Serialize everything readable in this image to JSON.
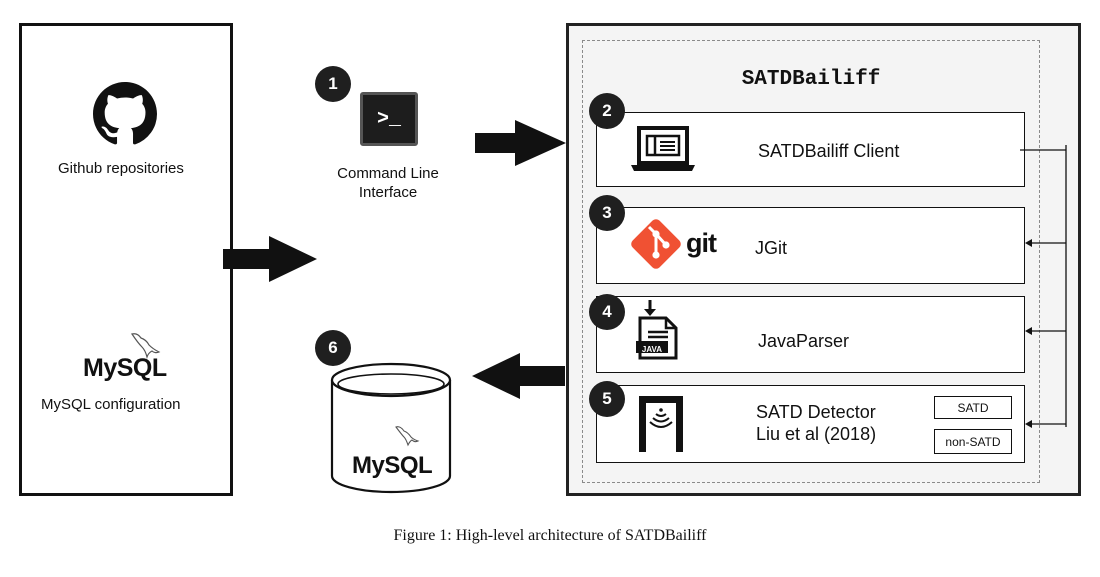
{
  "github": {
    "label": "Github repositories"
  },
  "mysql_source": {
    "logo_text": "MySQL",
    "label": "MySQL configuration"
  },
  "cli": {
    "step": "1",
    "prompt": ">_",
    "label_line1": "Command Line",
    "label_line2": "Interface"
  },
  "database": {
    "step": "6",
    "logo_text": "MySQL"
  },
  "satdbailiff": {
    "title": "SATDBailiff",
    "components": [
      {
        "step": "2",
        "label": "SATDBailiff Client",
        "icon": "laptop-icon"
      },
      {
        "step": "3",
        "label": "JGit",
        "icon": "git-logo",
        "logo_text": "git"
      },
      {
        "step": "4",
        "label": "JavaParser",
        "icon": "java-file-icon",
        "file_text": "JAVA"
      },
      {
        "step": "5",
        "label_line1": "SATD Detector",
        "label_line2": "Liu et al (2018)",
        "icon": "detector-gate-icon",
        "tags": [
          "SATD",
          "non-SATD"
        ]
      }
    ]
  },
  "caption": "Figure 1: High-level architecture of SATDBailiff",
  "colors": {
    "git": "#f05133",
    "badge": "#1f1f1f",
    "arrow": "#111111"
  }
}
